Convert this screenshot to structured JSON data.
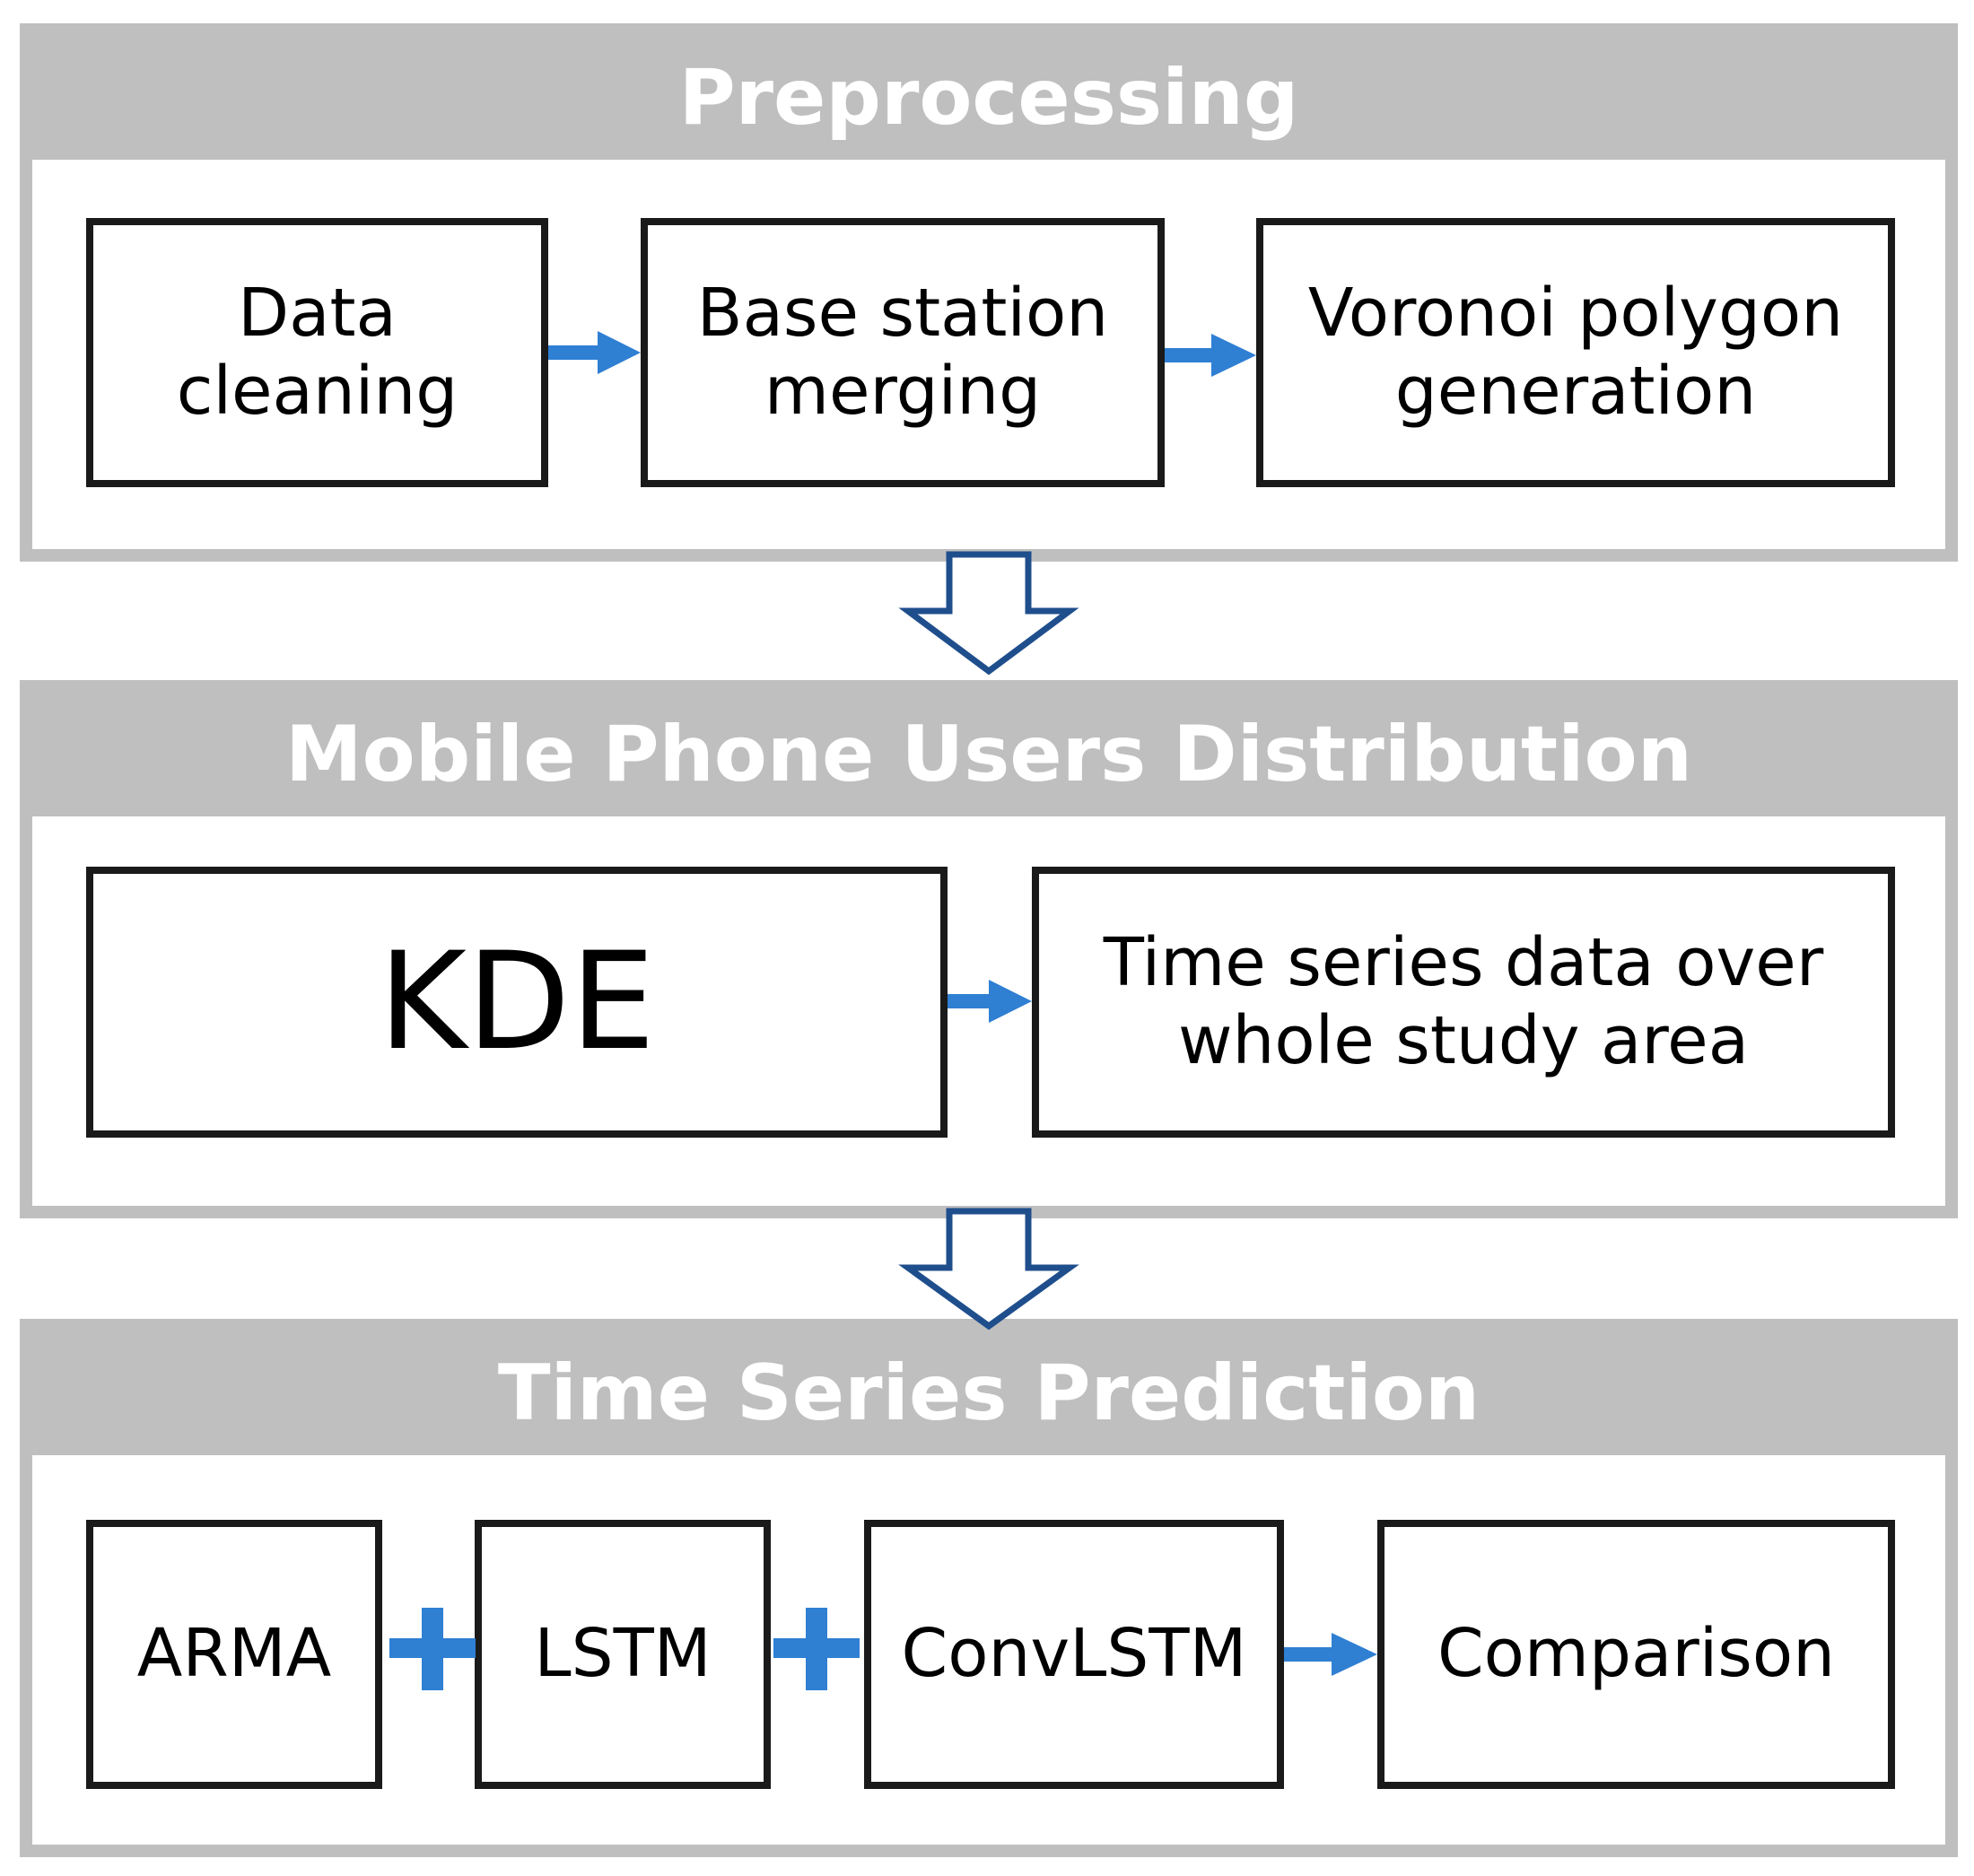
{
  "colors": {
    "section_gray": "#bfbfbf",
    "header_text": "#ffffff",
    "box_border": "#1a1a1a",
    "arrow_blue": "#2f7fd3",
    "block_arrow": "#1f4e8c"
  },
  "sections": {
    "preprocessing": {
      "title": "Preprocessing",
      "boxes": [
        {
          "label": "Data cleaning"
        },
        {
          "label": "Base station merging"
        },
        {
          "label": "Voronoi polygon generation"
        }
      ]
    },
    "distribution": {
      "title": "Mobile Phone Users Distribution",
      "boxes": [
        {
          "label": "KDE"
        },
        {
          "label": "Time series data over whole study area"
        }
      ]
    },
    "prediction": {
      "title": "Time Series Prediction",
      "boxes": [
        {
          "label": "ARMA"
        },
        {
          "label": "LSTM"
        },
        {
          "label": "ConvLSTM"
        },
        {
          "label": "Comparison"
        }
      ]
    }
  }
}
